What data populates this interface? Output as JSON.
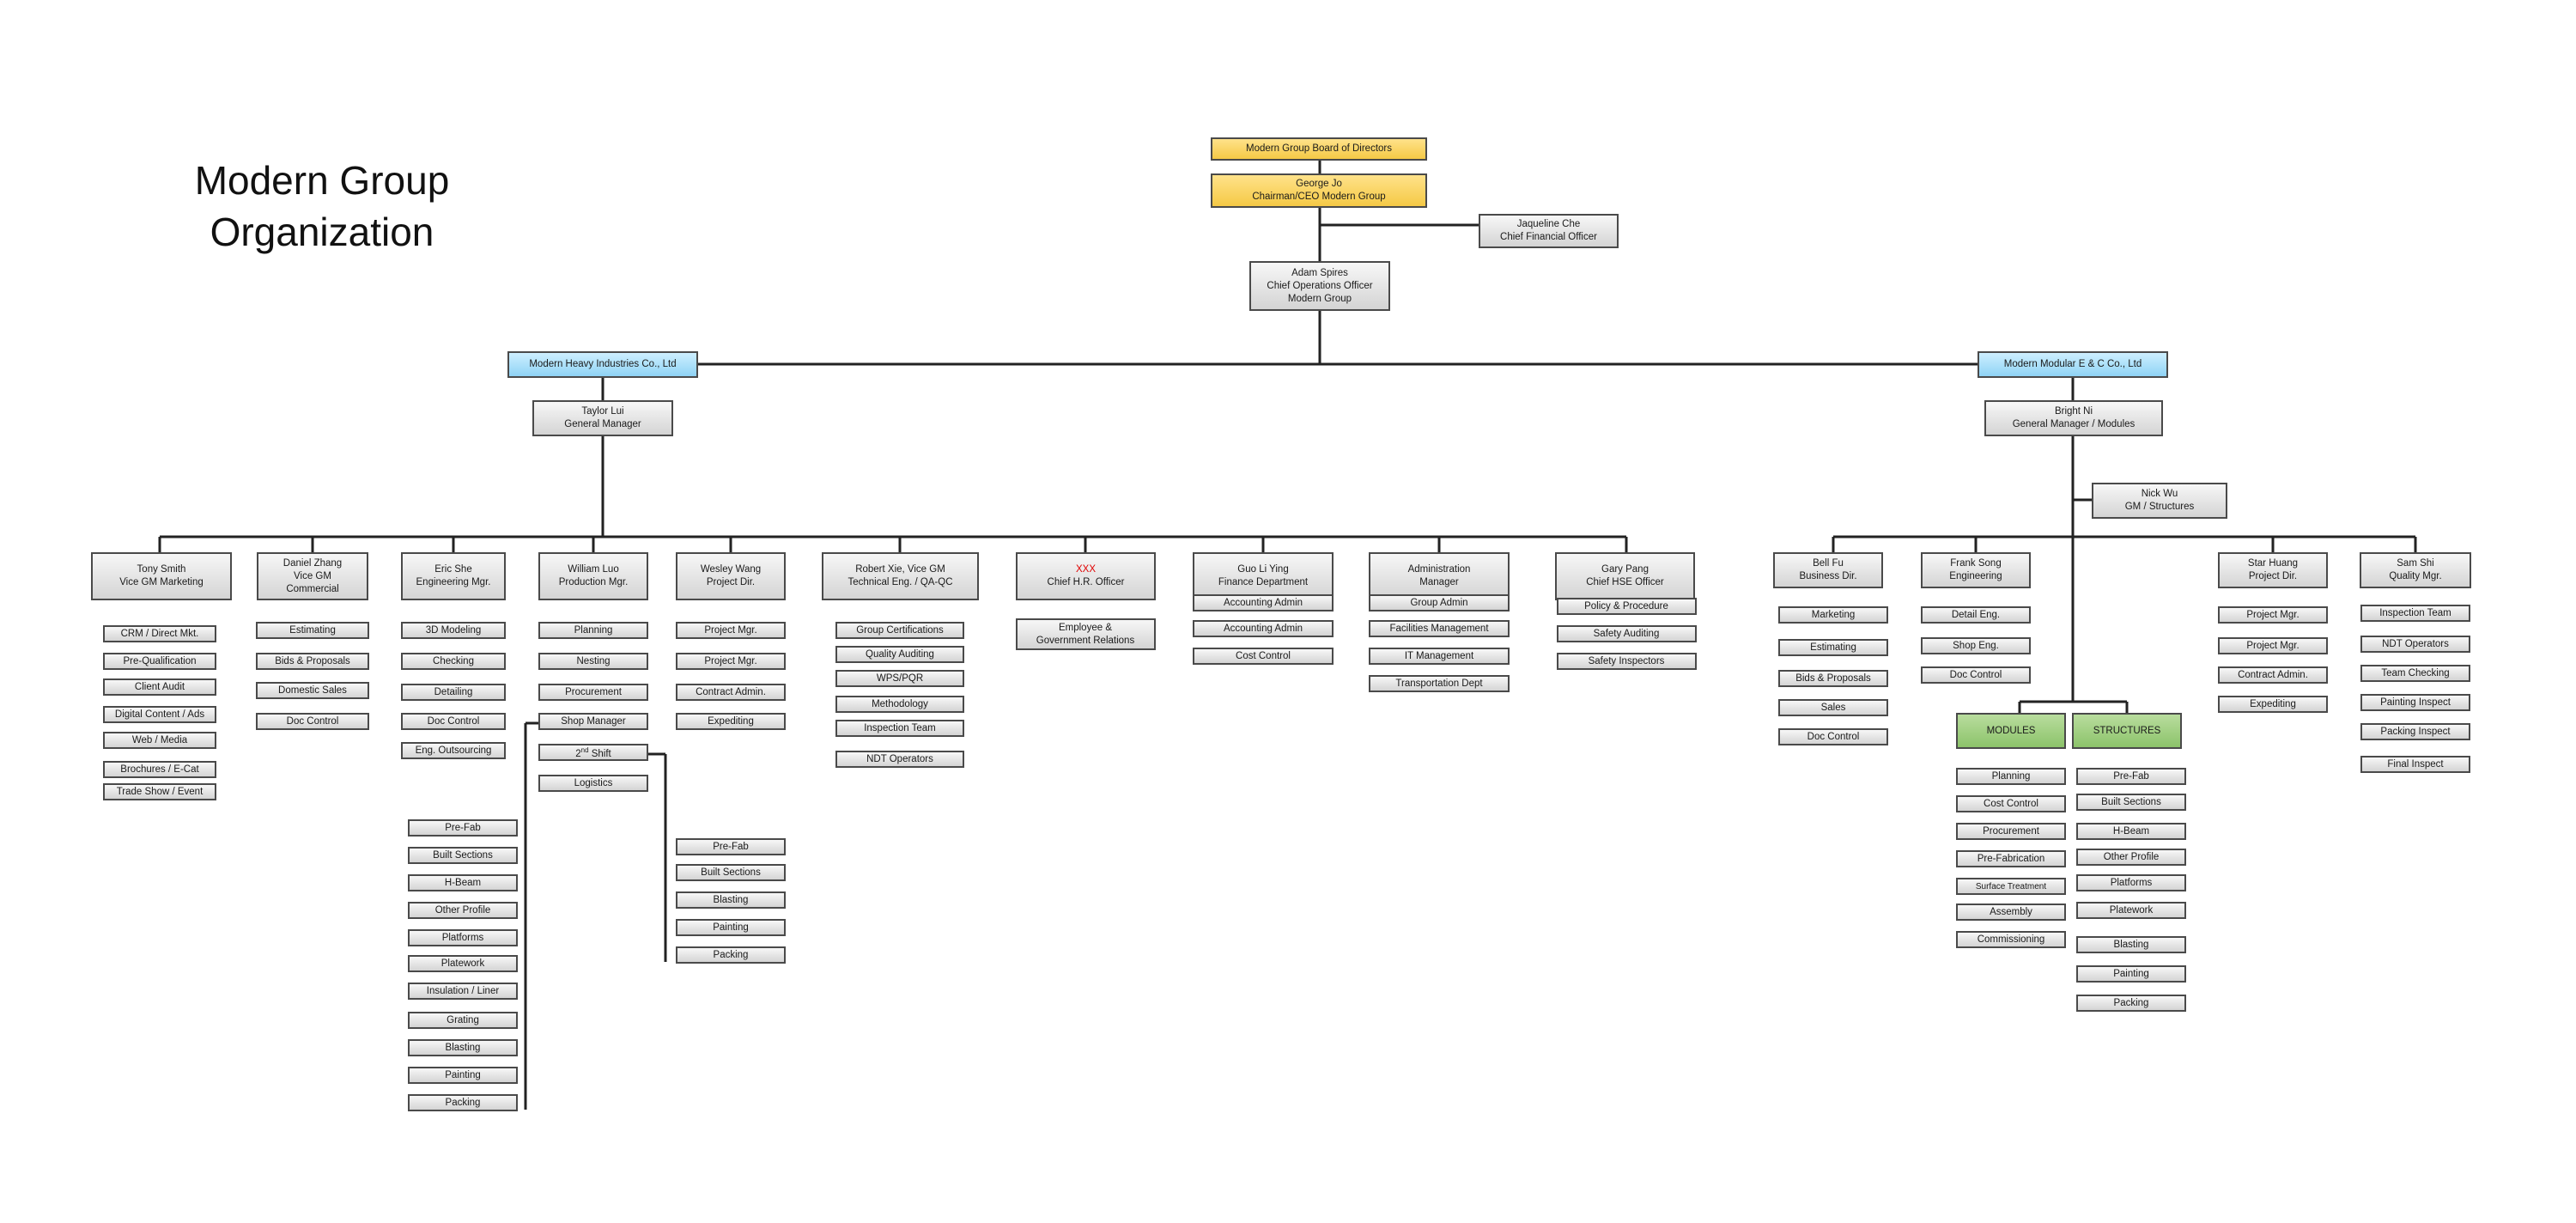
{
  "title_lines": [
    "Modern Group",
    "Organization"
  ],
  "top": {
    "board": "Modern Group Board of Directors",
    "chairman": [
      "George Jo",
      "Chairman/CEO Modern Group"
    ],
    "cfo": [
      "Jaqueline Che",
      "Chief Financial Officer"
    ],
    "coo": [
      "Adam Spires",
      "Chief Operations Officer",
      "Modern Group"
    ]
  },
  "mhi": {
    "company": "Modern Heavy Industries Co., Ltd",
    "gm": [
      "Taylor Lui",
      "General Manager"
    ],
    "departments": [
      {
        "head": [
          "Tony Smith",
          "Vice GM Marketing"
        ],
        "items": [
          "CRM / Direct Mkt.",
          "Pre-Qualification",
          "Client Audit",
          "Digital Content / Ads",
          "Web / Media",
          "Brochures / E-Cat",
          "Trade Show / Event"
        ]
      },
      {
        "head": [
          "Daniel Zhang",
          "Vice GM",
          "Commercial"
        ],
        "items": [
          "Estimating",
          "Bids & Proposals",
          "Domestic Sales",
          "Doc Control"
        ]
      },
      {
        "head": [
          "Eric She",
          "Engineering Mgr."
        ],
        "items": [
          "3D Modeling",
          "Checking",
          "Detailing",
          "Doc Control",
          "Eng. Outsourcing"
        ]
      },
      {
        "head": [
          "William Luo",
          "Production Mgr."
        ],
        "items": [
          "Planning",
          "Nesting",
          "Procurement",
          "Shop Manager",
          "2nd Shift",
          "Logistics"
        ]
      },
      {
        "head": [
          "Wesley Wang",
          "Project Dir."
        ],
        "items": [
          "Project Mgr.",
          "Project Mgr.",
          "Contract Admin.",
          "Expediting"
        ]
      },
      {
        "head": [
          "Robert Xie, Vice GM",
          "Technical Eng. / QA-QC"
        ],
        "items": [
          "Group Certifications",
          "Quality Auditing",
          "WPS/PQR",
          "Methodology",
          "Inspection Team",
          "NDT Operators"
        ]
      },
      {
        "head": [
          "XXX",
          "Chief H.R. Officer"
        ],
        "items": [
          "Employee &",
          "Government Relations"
        ]
      },
      {
        "head": [
          "Guo Li Ying",
          "Finance Department"
        ],
        "items": [
          "Accounting Admin",
          "Accounting Admin",
          "Cost Control"
        ]
      },
      {
        "head": [
          "Administration",
          "Manager"
        ],
        "items": [
          "Group Admin",
          "Facilities Management",
          "IT Management",
          "Transportation Dept"
        ]
      },
      {
        "head": [
          "Gary Pang",
          "Chief HSE Officer"
        ],
        "items": [
          "Policy & Procedure",
          "Safety Auditing",
          "Safety Inspectors"
        ]
      }
    ],
    "shop_items": [
      "Pre-Fab",
      "Built Sections",
      "H-Beam",
      "Other Profile",
      "Platforms",
      "Platework",
      "Insulation / Liner",
      "Grating",
      "Blasting",
      "Painting",
      "Packing"
    ],
    "shift_items": [
      "Pre-Fab",
      "Built Sections",
      "Blasting",
      "Painting",
      "Packing"
    ]
  },
  "mmec": {
    "company": "Modern Modular E & C Co., Ltd",
    "gm": [
      "Bright Ni",
      "General Manager / Modules"
    ],
    "structures_gm": [
      "Nick Wu",
      "GM / Structures"
    ],
    "departments": [
      {
        "head": [
          "Bell Fu",
          "Business Dir."
        ],
        "items": [
          "Marketing",
          "Estimating",
          "Bids & Proposals",
          "Sales",
          "Doc Control"
        ]
      },
      {
        "head": [
          "Frank Song",
          "Engineering"
        ],
        "items": [
          "Detail Eng.",
          "Shop Eng.",
          "Doc Control"
        ]
      },
      {
        "head": [
          "Star Huang",
          "Project Dir."
        ],
        "items": [
          "Project Mgr.",
          "Project Mgr.",
          "Contract Admin.",
          "Expediting"
        ]
      },
      {
        "head": [
          "Sam Shi",
          "Quality Mgr."
        ],
        "items": [
          "Inspection Team",
          "NDT Operators",
          "Team Checking",
          "Painting Inspect",
          "Packing Inspect",
          "Final Inspect"
        ]
      }
    ],
    "modules": {
      "label": "MODULES",
      "items": [
        "Planning",
        "Cost Control",
        "Procurement",
        "Pre-Fabrication",
        "Surface Treatment",
        "Assembly",
        "Commissioning"
      ]
    },
    "structures": {
      "label": "STRUCTURES",
      "items": [
        "Pre-Fab",
        "Built Sections",
        "H-Beam",
        "Other Profile",
        "Platforms",
        "Platework",
        "Blasting",
        "Painting",
        "Packing"
      ]
    }
  },
  "colors": {
    "yellow": "#f5c945",
    "blue": "#8fd3f5",
    "green": "#8cc36a",
    "red": "#e00000"
  }
}
